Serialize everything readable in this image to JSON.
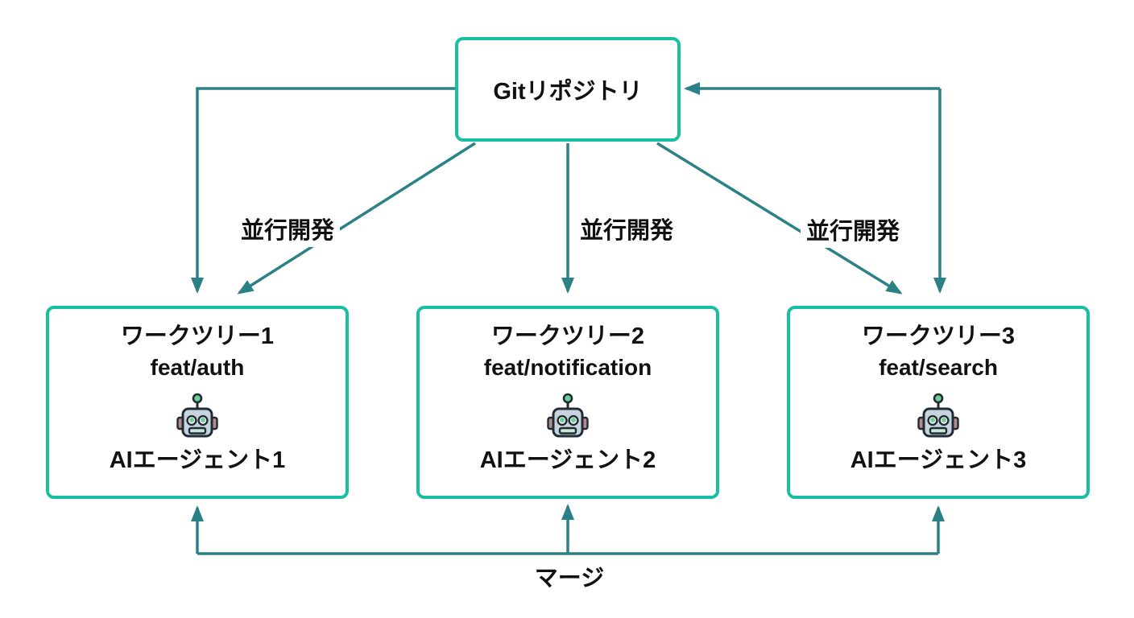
{
  "diagram": {
    "title_node": {
      "label": "Gitリポジトリ"
    },
    "worktrees": [
      {
        "title": "ワークツリー1",
        "branch": "feat/auth",
        "agent": "AIエージェント1",
        "icon": "robot-icon"
      },
      {
        "title": "ワークツリー2",
        "branch": "feat/notification",
        "agent": "AIエージェント2",
        "icon": "robot-icon"
      },
      {
        "title": "ワークツリー3",
        "branch": "feat/search",
        "agent": "AIエージェント3",
        "icon": "robot-icon"
      }
    ],
    "edges": {
      "git_to_wt1": {
        "label": "並行開発"
      },
      "git_to_wt2": {
        "label": "並行開発"
      },
      "git_to_wt3": {
        "label": "並行開発"
      },
      "merge": {
        "label": "マージ"
      }
    },
    "colors": {
      "node_border": "#18bfa0",
      "edge": "#2b8186",
      "text": "#111111",
      "bg": "#ffffff",
      "robot_head": "#c7d4dd",
      "robot_green": "#6fcf93",
      "robot_ear": "#b38b8b",
      "robot_mouth": "#c4e8d2"
    }
  }
}
